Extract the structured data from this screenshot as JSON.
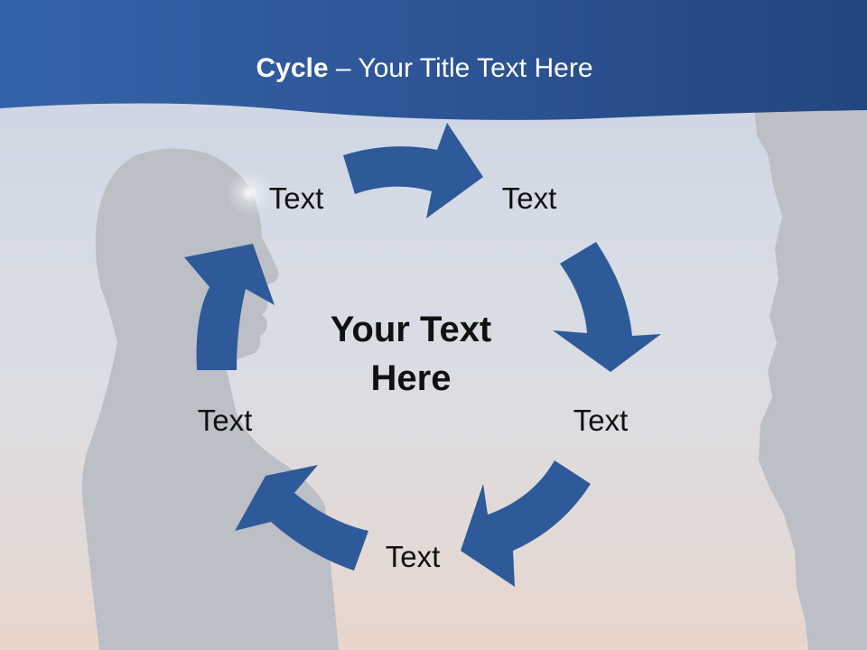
{
  "slide": {
    "title_bold": "Cycle",
    "title_rest": " – Your Title Text Here",
    "center_text_line1": "Your Text",
    "center_text_line2": "Here",
    "labels": [
      "Text",
      "Text",
      "Text",
      "Text",
      "Text"
    ]
  },
  "colors": {
    "banner": "#2d5596",
    "arrow": "#2f5a99",
    "silhouette": "#bcbfc6",
    "text": "#111111",
    "title_text": "#ffffff"
  },
  "icons": [
    "cycle-arrow-icon",
    "person-silhouette",
    "cliff-silhouette"
  ]
}
